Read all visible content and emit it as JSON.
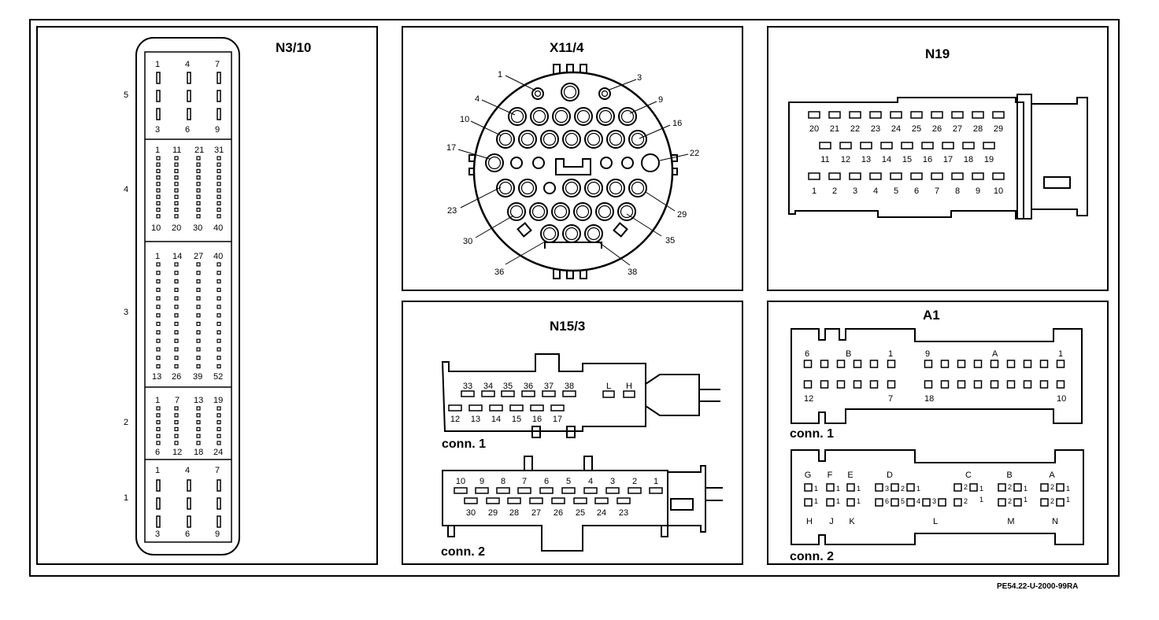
{
  "reference": "PE54.22-U-2000-99RA",
  "panels": {
    "n3_10": {
      "title": "N3/10",
      "sections": [
        {
          "row": "5",
          "top": [
            "1",
            "4",
            "7"
          ],
          "bottom": [
            "3",
            "6",
            "9"
          ]
        },
        {
          "row": "4",
          "top": [
            "1",
            "11",
            "21",
            "31"
          ],
          "bottom": [
            "10",
            "20",
            "30",
            "40"
          ]
        },
        {
          "row": "3",
          "top": [
            "1",
            "14",
            "27",
            "40"
          ],
          "bottom": [
            "13",
            "26",
            "39",
            "52"
          ]
        },
        {
          "row": "2",
          "top": [
            "1",
            "7",
            "13",
            "19"
          ],
          "bottom": [
            "6",
            "12",
            "18",
            "24"
          ]
        },
        {
          "row": "1",
          "top": [
            "1",
            "4",
            "7"
          ],
          "bottom": [
            "3",
            "6",
            "9"
          ]
        }
      ]
    },
    "x11_4": {
      "title": "X11/4",
      "pins": [
        "1",
        "3",
        "4",
        "9",
        "10",
        "16",
        "17",
        "22",
        "23",
        "29",
        "30",
        "35",
        "36",
        "38"
      ]
    },
    "n19": {
      "title": "N19",
      "rows": [
        [
          "20",
          "21",
          "22",
          "23",
          "24",
          "25",
          "26",
          "27",
          "28",
          "29"
        ],
        [
          "11",
          "12",
          "13",
          "14",
          "15",
          "16",
          "17",
          "18",
          "19"
        ],
        [
          "1",
          "2",
          "3",
          "4",
          "5",
          "6",
          "7",
          "8",
          "9",
          "10"
        ]
      ]
    },
    "n15_3": {
      "title": "N15/3",
      "conn1": {
        "label": "conn. 1",
        "top": [
          "33",
          "34",
          "35",
          "36",
          "37",
          "38"
        ],
        "bottom": [
          "12",
          "13",
          "14",
          "15",
          "16",
          "17"
        ],
        "side": [
          "L",
          "H"
        ]
      },
      "conn2": {
        "label": "conn. 2",
        "top": [
          "10",
          "9",
          "8",
          "7",
          "6",
          "5",
          "4",
          "3",
          "2",
          "1"
        ],
        "bottom": [
          "30",
          "29",
          "28",
          "27",
          "26",
          "25",
          "24",
          "23"
        ]
      }
    },
    "a1": {
      "title": "A1",
      "conn1": {
        "label": "conn. 1",
        "labels": [
          "6",
          "B",
          "1",
          "9",
          "A",
          "1",
          "12",
          "7",
          "18",
          "10"
        ]
      },
      "conn2": {
        "label": "conn. 2",
        "top": [
          "G",
          "F",
          "E",
          "D",
          "C",
          "B",
          "A"
        ],
        "bottom": [
          "H",
          "J",
          "K",
          "L",
          "M",
          "N"
        ],
        "numbers": [
          "1",
          "2",
          "3",
          "4",
          "5",
          "6"
        ]
      }
    }
  }
}
